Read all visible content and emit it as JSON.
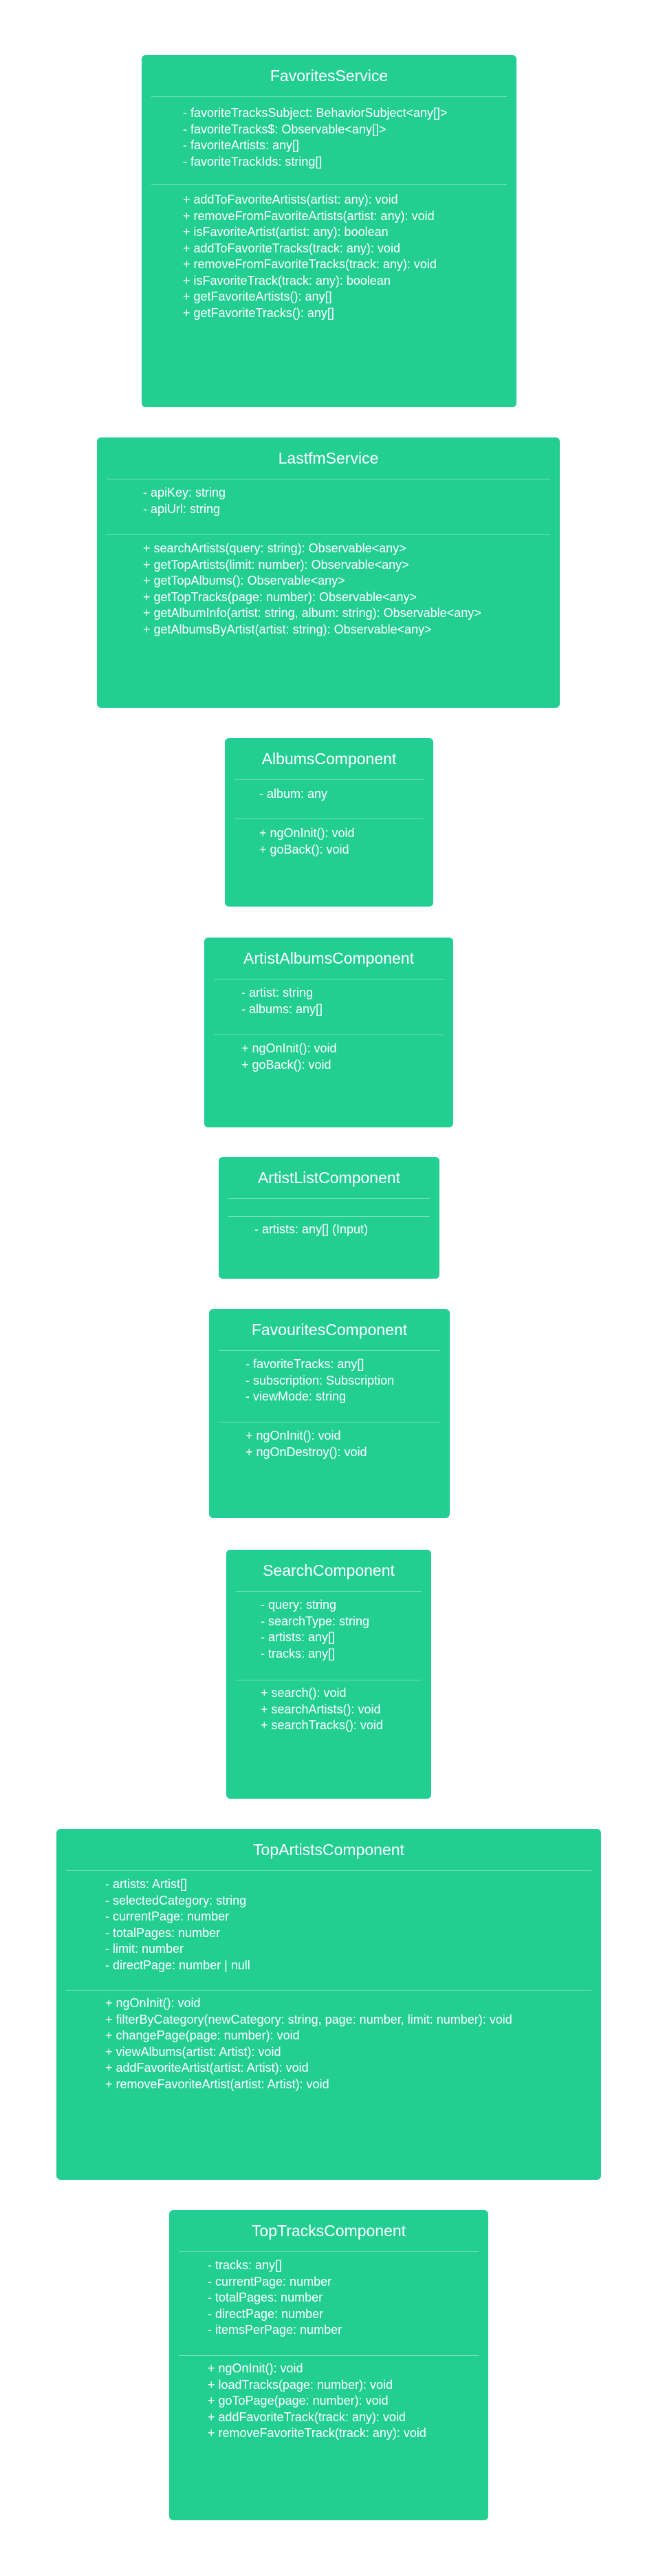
{
  "classes": [
    {
      "name": "FavoritesService",
      "attributes": [
        "- favoriteTracksSubject: BehaviorSubject<any[]>",
        "- favoriteTracks$: Observable<any[]>",
        "- favoriteArtists: any[]",
        "- favoriteTrackIds: string[]"
      ],
      "methods": [
        "+ addToFavoriteArtists(artist: any): void",
        "+ removeFromFavoriteArtists(artist: any): void",
        "+ isFavoriteArtist(artist: any): boolean",
        "+ addToFavoriteTracks(track: any): void",
        "+ removeFromFavoriteTracks(track: any): void",
        "+ isFavoriteTrack(track: any): boolean",
        "+ getFavoriteArtists(): any[]",
        "+ getFavoriteTracks(): any[]"
      ]
    },
    {
      "name": "LastfmService",
      "attributes": [
        "- apiKey: string",
        "- apiUrl: string"
      ],
      "methods": [
        "+ searchArtists(query: string): Observable<any>",
        "+ getTopArtists(limit: number): Observable<any>",
        "+ getTopAlbums(): Observable<any>",
        "+ getTopTracks(page: number): Observable<any>",
        "+ getAlbumInfo(artist: string, album: string): Observable<any>",
        "+ getAlbumsByArtist(artist: string): Observable<any>"
      ]
    },
    {
      "name": "AlbumsComponent",
      "attributes": [
        "- album: any"
      ],
      "methods": [
        "+ ngOnInit(): void",
        "+ goBack(): void"
      ]
    },
    {
      "name": "ArtistAlbumsComponent",
      "attributes": [
        "- artist: string",
        "- albums: any[]"
      ],
      "methods": [
        "+ ngOnInit(): void",
        "+ goBack(): void"
      ]
    },
    {
      "name": "ArtistListComponent",
      "attributes": [],
      "methods": [
        "- artists: any[] (Input)"
      ]
    },
    {
      "name": "FavouritesComponent",
      "attributes": [
        "- favoriteTracks: any[]",
        "- subscription: Subscription",
        "- viewMode: string"
      ],
      "methods": [
        "+ ngOnInit(): void",
        "+ ngOnDestroy(): void"
      ]
    },
    {
      "name": "SearchComponent",
      "attributes": [
        "- query: string",
        "- searchType: string",
        "- artists: any[]",
        "- tracks: any[]"
      ],
      "methods": [
        "+ search(): void",
        "+ searchArtists(): void",
        "+ searchTracks(): void"
      ]
    },
    {
      "name": "TopArtistsComponent",
      "attributes": [
        "- artists: Artist[]",
        "- selectedCategory: string",
        "- currentPage: number",
        "- totalPages: number",
        "- limit: number",
        "- directPage: number | null"
      ],
      "methods": [
        "+ ngOnInit(): void",
        "+ filterByCategory(newCategory: string, page: number, limit: number): void",
        "+ changePage(page: number): void",
        "+ viewAlbums(artist: Artist): void",
        "+ addFavoriteArtist(artist: Artist): void",
        "+ removeFavoriteArtist(artist: Artist): void"
      ]
    },
    {
      "name": "TopTracksComponent",
      "attributes": [
        "- tracks: any[]",
        "- currentPage: number",
        "- totalPages: number",
        "- directPage: number",
        "- itemsPerPage: number"
      ],
      "methods": [
        "+ ngOnInit(): void",
        "+ loadTracks(page: number): void",
        "+ goToPage(page: number): void",
        "+ addFavoriteTrack(track: any): void",
        "+ removeFavoriteTrack(track: any): void"
      ]
    }
  ]
}
